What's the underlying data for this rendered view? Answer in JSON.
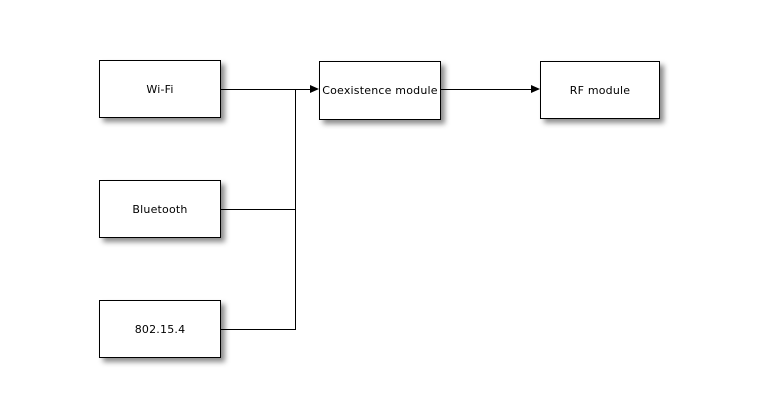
{
  "diagram": {
    "nodes": [
      {
        "id": "wifi",
        "label": "Wi-Fi"
      },
      {
        "id": "bluetooth",
        "label": "Bluetooth"
      },
      {
        "id": "ieee-802-15-4",
        "label": "802.15.4"
      },
      {
        "id": "coexistence-module",
        "label": "Coexistence module"
      },
      {
        "id": "rf-module",
        "label": "RF module"
      }
    ],
    "edges": [
      {
        "from": "wifi",
        "to": "coexistence-module",
        "arrow": true
      },
      {
        "from": "bluetooth",
        "to": "coexistence-module",
        "arrow": true
      },
      {
        "from": "ieee-802-15-4",
        "to": "coexistence-module",
        "arrow": true
      },
      {
        "from": "coexistence-module",
        "to": "rf-module",
        "arrow": true
      }
    ],
    "colors": {
      "background": "#ffffff",
      "node_fill": "#ffffff",
      "node_border": "#000000",
      "edge": "#000000"
    }
  }
}
